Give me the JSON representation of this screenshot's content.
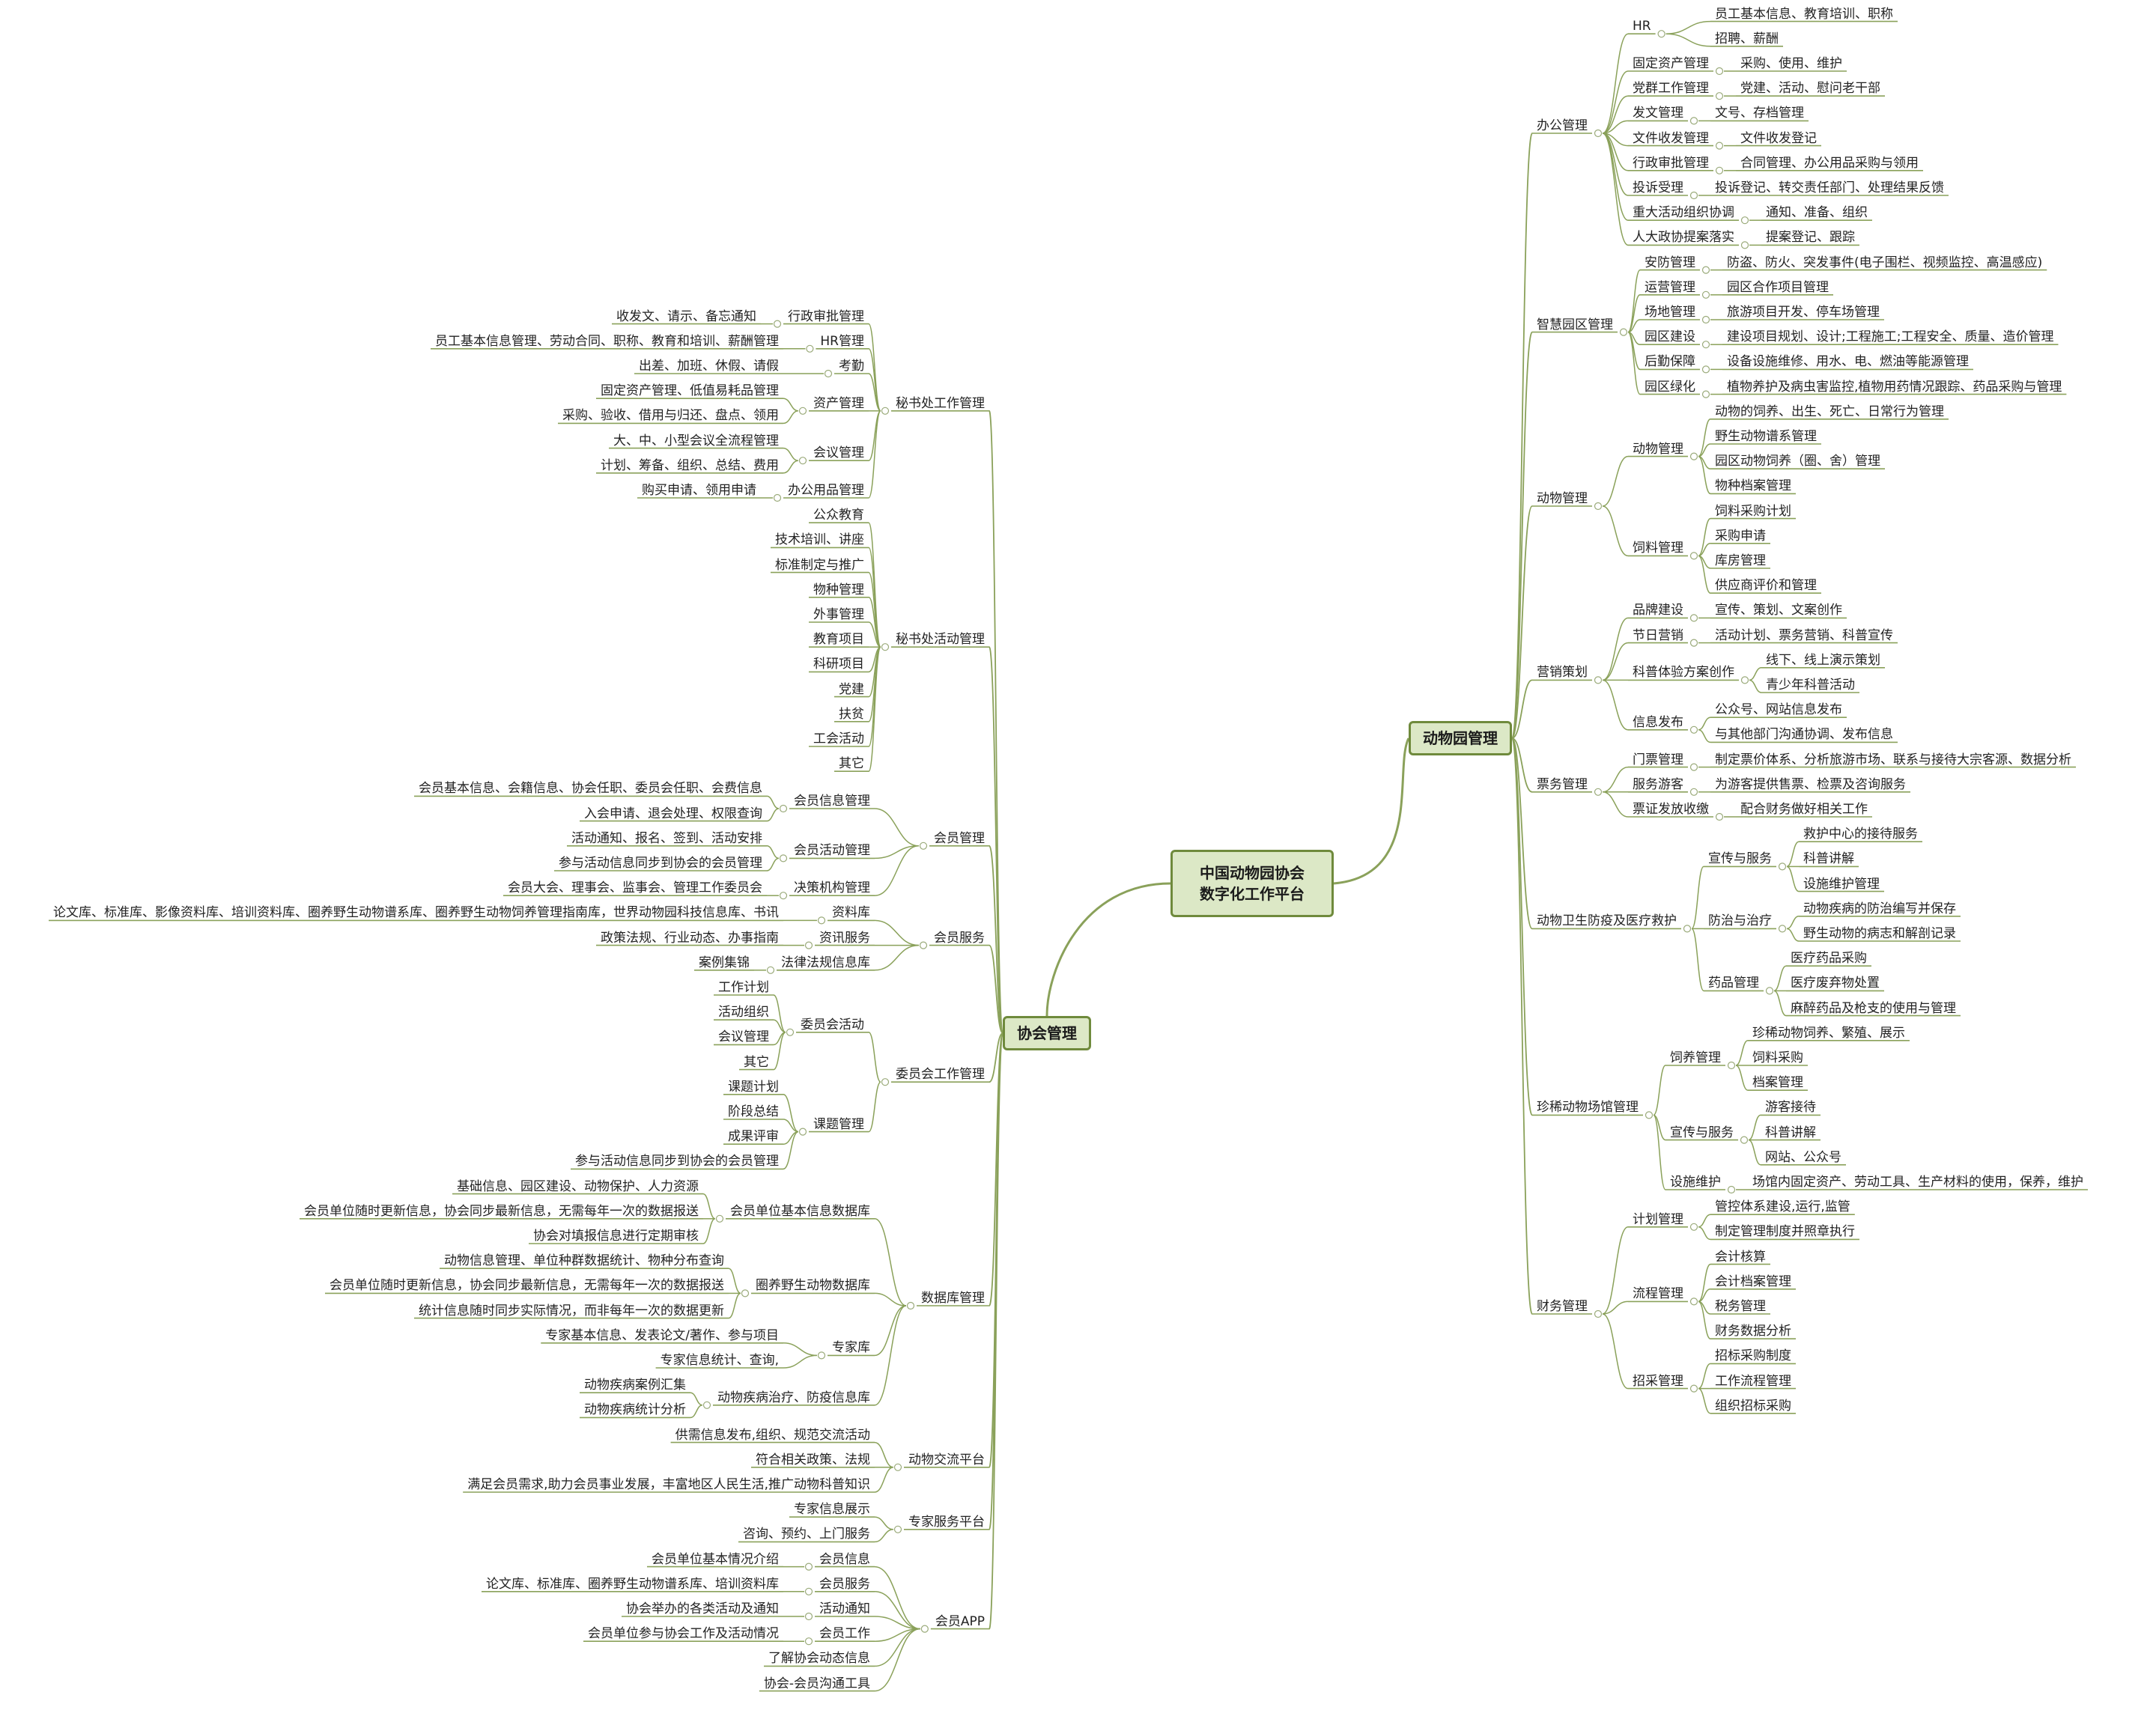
{
  "colors": {
    "line": "#8aa15a",
    "node_fill": "#dce8c6",
    "node_border": "#6f8a3c"
  },
  "root": {
    "line1": "中国动物园协会",
    "line2": "数字化工作平台"
  },
  "zoo": {
    "label": "动物园管理",
    "children": [
      {
        "label": "办公管理",
        "children": [
          {
            "label": "HR",
            "children": [
              {
                "label": "员工基本信息、教育培训、职称"
              },
              {
                "label": "招聘、薪酬"
              }
            ]
          },
          {
            "label": "固定资产管理",
            "children": [
              {
                "label": "采购、使用、维护"
              }
            ]
          },
          {
            "label": "党群工作管理",
            "children": [
              {
                "label": "党建、活动、慰问老干部"
              }
            ]
          },
          {
            "label": "发文管理",
            "children": [
              {
                "label": "文号、存档管理"
              }
            ]
          },
          {
            "label": "文件收发管理",
            "children": [
              {
                "label": "文件收发登记"
              }
            ]
          },
          {
            "label": "行政审批管理",
            "children": [
              {
                "label": "合同管理、办公用品采购与领用"
              }
            ]
          },
          {
            "label": "投诉受理",
            "children": [
              {
                "label": "投诉登记、转交责任部门、处理结果反馈"
              }
            ]
          },
          {
            "label": "重大活动组织协调",
            "children": [
              {
                "label": "通知、准备、组织"
              }
            ]
          },
          {
            "label": "人大政协提案落实",
            "children": [
              {
                "label": "提案登记、跟踪"
              }
            ]
          }
        ]
      },
      {
        "label": "智慧园区管理",
        "children": [
          {
            "label": "安防管理",
            "children": [
              {
                "label": "防盗、防火、突发事件(电子围栏、视频监控、高温感应)"
              }
            ]
          },
          {
            "label": "运营管理",
            "children": [
              {
                "label": "园区合作项目管理"
              }
            ]
          },
          {
            "label": "场地管理",
            "children": [
              {
                "label": "旅游项目开发、停车场管理"
              }
            ]
          },
          {
            "label": "园区建设",
            "children": [
              {
                "label": "建设项目规划、设计;工程施工;工程安全、质量、造价管理"
              }
            ]
          },
          {
            "label": "后勤保障",
            "children": [
              {
                "label": "设备设施维修、用水、电、燃油等能源管理"
              }
            ]
          },
          {
            "label": "园区绿化",
            "children": [
              {
                "label": "植物养护及病虫害监控,植物用药情况跟踪、药品采购与管理"
              }
            ]
          }
        ]
      },
      {
        "label": "动物管理",
        "children": [
          {
            "label": "动物管理",
            "children": [
              {
                "label": "动物的饲养、出生、死亡、日常行为管理"
              },
              {
                "label": "野生动物谱系管理"
              },
              {
                "label": "园区动物饲养（圈、舍）管理"
              },
              {
                "label": "物种档案管理"
              }
            ]
          },
          {
            "label": "饲料管理",
            "children": [
              {
                "label": "饲料采购计划"
              },
              {
                "label": "采购申请"
              },
              {
                "label": "库房管理"
              },
              {
                "label": "供应商评价和管理"
              }
            ]
          }
        ]
      },
      {
        "label": "营销策划",
        "children": [
          {
            "label": "品牌建设",
            "children": [
              {
                "label": "宣传、策划、文案创作"
              }
            ]
          },
          {
            "label": "节日营销",
            "children": [
              {
                "label": "活动计划、票务营销、科普宣传"
              }
            ]
          },
          {
            "label": "科普体验方案创作",
            "children": [
              {
                "label": "线下、线上演示策划"
              },
              {
                "label": "青少年科普活动"
              }
            ]
          },
          {
            "label": "信息发布",
            "children": [
              {
                "label": "公众号、网站信息发布"
              },
              {
                "label": "与其他部门沟通协调、发布信息"
              }
            ]
          }
        ]
      },
      {
        "label": "票务管理",
        "children": [
          {
            "label": "门票管理",
            "children": [
              {
                "label": "制定票价体系、分析旅游市场、联系与接待大宗客源、数据分析"
              }
            ]
          },
          {
            "label": "服务游客",
            "children": [
              {
                "label": "为游客提供售票、检票及咨询服务"
              }
            ]
          },
          {
            "label": "票证发放收缴",
            "children": [
              {
                "label": "配合财务做好相关工作"
              }
            ]
          }
        ]
      },
      {
        "label": "动物卫生防疫及医疗救护",
        "children": [
          {
            "label": "宣传与服务",
            "children": [
              {
                "label": "救护中心的接待服务"
              },
              {
                "label": "科普讲解"
              },
              {
                "label": "设施维护管理"
              }
            ]
          },
          {
            "label": "防治与治疗",
            "children": [
              {
                "label": "动物疾病的防治编写并保存"
              },
              {
                "label": "野生动物的病志和解剖记录"
              }
            ]
          },
          {
            "label": "药品管理",
            "children": [
              {
                "label": "医疗药品采购"
              },
              {
                "label": "医疗废弃物处置"
              },
              {
                "label": "麻醉药品及枪支的使用与管理"
              }
            ]
          }
        ]
      },
      {
        "label": "珍稀动物场馆管理",
        "children": [
          {
            "label": "饲养管理",
            "children": [
              {
                "label": "珍稀动物饲养、繁殖、展示"
              },
              {
                "label": "饲料采购"
              },
              {
                "label": "档案管理"
              }
            ]
          },
          {
            "label": "宣传与服务",
            "children": [
              {
                "label": "游客接待"
              },
              {
                "label": "科普讲解"
              },
              {
                "label": "网站、公众号"
              }
            ]
          },
          {
            "label": "设施维护",
            "children": [
              {
                "label": "场馆内固定资产、劳动工具、生产材料的使用，保养，维护"
              }
            ]
          }
        ]
      },
      {
        "label": "财务管理",
        "children": [
          {
            "label": "计划管理",
            "children": [
              {
                "label": "管控体系建设,运行,监管"
              },
              {
                "label": "制定管理制度并照章执行"
              }
            ]
          },
          {
            "label": "流程管理",
            "children": [
              {
                "label": "会计核算"
              },
              {
                "label": "会计档案管理"
              },
              {
                "label": "税务管理"
              },
              {
                "label": "财务数据分析"
              }
            ]
          },
          {
            "label": "招采管理",
            "children": [
              {
                "label": "招标采购制度"
              },
              {
                "label": "工作流程管理"
              },
              {
                "label": "组织招标采购"
              }
            ]
          }
        ]
      }
    ]
  },
  "assoc": {
    "label": "协会管理",
    "children": [
      {
        "label": "秘书处工作管理",
        "children": [
          {
            "label": "行政审批管理",
            "children": [
              {
                "label": "收发文、请示、备忘通知"
              }
            ]
          },
          {
            "label": "HR管理",
            "children": [
              {
                "label": "员工基本信息管理、劳动合同、职称、教育和培训、薪酬管理"
              }
            ]
          },
          {
            "label": "考勤",
            "children": [
              {
                "label": "出差、加班、休假、请假"
              }
            ]
          },
          {
            "label": "资产管理",
            "children": [
              {
                "label": "固定资产管理、低值易耗品管理"
              },
              {
                "label": "采购、验收、借用与归还、盘点、领用"
              }
            ]
          },
          {
            "label": "会议管理",
            "children": [
              {
                "label": "大、中、小型会议全流程管理"
              },
              {
                "label": "计划、筹备、组织、总结、费用"
              }
            ]
          },
          {
            "label": "办公用品管理",
            "children": [
              {
                "label": "购买申请、领用申请"
              }
            ]
          }
        ]
      },
      {
        "label": "秘书处活动管理",
        "children": [
          {
            "label": "公众教育"
          },
          {
            "label": "技术培训、讲座"
          },
          {
            "label": "标准制定与推广"
          },
          {
            "label": "物种管理"
          },
          {
            "label": "外事管理"
          },
          {
            "label": "教育项目"
          },
          {
            "label": "科研项目"
          },
          {
            "label": "党建"
          },
          {
            "label": "扶贫"
          },
          {
            "label": "工会活动"
          },
          {
            "label": "其它"
          }
        ]
      },
      {
        "label": "会员管理",
        "children": [
          {
            "label": "会员信息管理",
            "children": [
              {
                "label": "会员基本信息、会籍信息、协会任职、委员会任职、会费信息"
              },
              {
                "label": "入会申请、退会处理、权限查询"
              }
            ]
          },
          {
            "label": "会员活动管理",
            "children": [
              {
                "label": "活动通知、报名、签到、活动安排"
              },
              {
                "label": "参与活动信息同步到协会的会员管理"
              }
            ]
          },
          {
            "label": "决策机构管理",
            "children": [
              {
                "label": "会员大会、理事会、监事会、管理工作委员会"
              }
            ]
          }
        ]
      },
      {
        "label": "会员服务",
        "children": [
          {
            "label": "资料库",
            "children": [
              {
                "label": "论文库、标准库、影像资料库、培训资料库、圈养野生动物谱系库、圈养野生动物饲养管理指南库，世界动物园科技信息库、书讯"
              }
            ]
          },
          {
            "label": "资讯服务",
            "children": [
              {
                "label": "政策法规、行业动态、办事指南"
              }
            ]
          },
          {
            "label": "法律法规信息库",
            "children": [
              {
                "label": "案例集锦"
              }
            ]
          }
        ]
      },
      {
        "label": "委员会工作管理",
        "children": [
          {
            "label": "委员会活动",
            "children": [
              {
                "label": "工作计划"
              },
              {
                "label": "活动组织"
              },
              {
                "label": "会议管理"
              },
              {
                "label": "其它"
              }
            ]
          },
          {
            "label": "课题管理",
            "children": [
              {
                "label": "课题计划"
              },
              {
                "label": "阶段总结"
              },
              {
                "label": "成果评审"
              },
              {
                "label": "参与活动信息同步到协会的会员管理"
              }
            ]
          }
        ]
      },
      {
        "label": "数据库管理",
        "children": [
          {
            "label": "会员单位基本信息数据库",
            "children": [
              {
                "label": "基础信息、园区建设、动物保护、人力资源"
              },
              {
                "label": "会员单位随时更新信息，协会同步最新信息，无需每年一次的数据报送"
              },
              {
                "label": "协会对填报信息进行定期审核"
              }
            ]
          },
          {
            "label": "圈养野生动物数据库",
            "children": [
              {
                "label": "动物信息管理、单位种群数据统计、物种分布查询"
              },
              {
                "label": "会员单位随时更新信息，协会同步最新信息，无需每年一次的数据报送"
              },
              {
                "label": "统计信息随时同步实际情况，而非每年一次的数据更新"
              }
            ]
          },
          {
            "label": "专家库",
            "children": [
              {
                "label": "专家基本信息、发表论文/著作、参与项目"
              },
              {
                "label": "专家信息统计、查询,"
              }
            ]
          },
          {
            "label": "动物疾病治疗、防疫信息库",
            "children": [
              {
                "label": "动物疾病案例汇集"
              },
              {
                "label": "动物疾病统计分析"
              }
            ]
          }
        ]
      },
      {
        "label": "动物交流平台",
        "children": [
          {
            "label": "供需信息发布,组织、规范交流活动"
          },
          {
            "label": "符合相关政策、法规"
          },
          {
            "label": "满足会员需求,助力会员事业发展，丰富地区人民生活,推广动物科普知识"
          }
        ]
      },
      {
        "label": "专家服务平台",
        "children": [
          {
            "label": "专家信息展示"
          },
          {
            "label": "咨询、预约、上门服务"
          }
        ]
      },
      {
        "label": "会员APP",
        "children": [
          {
            "label": "会员信息",
            "children": [
              {
                "label": "会员单位基本情况介绍"
              }
            ]
          },
          {
            "label": "会员服务",
            "children": [
              {
                "label": "论文库、标准库、圈养野生动物谱系库、培训资料库"
              }
            ]
          },
          {
            "label": "活动通知",
            "children": [
              {
                "label": "协会举办的各类活动及通知"
              }
            ]
          },
          {
            "label": "会员工作",
            "children": [
              {
                "label": "会员单位参与协会工作及活动情况"
              }
            ]
          },
          {
            "label": "了解协会动态信息"
          },
          {
            "label": "协会-会员沟通工具"
          }
        ]
      }
    ]
  }
}
